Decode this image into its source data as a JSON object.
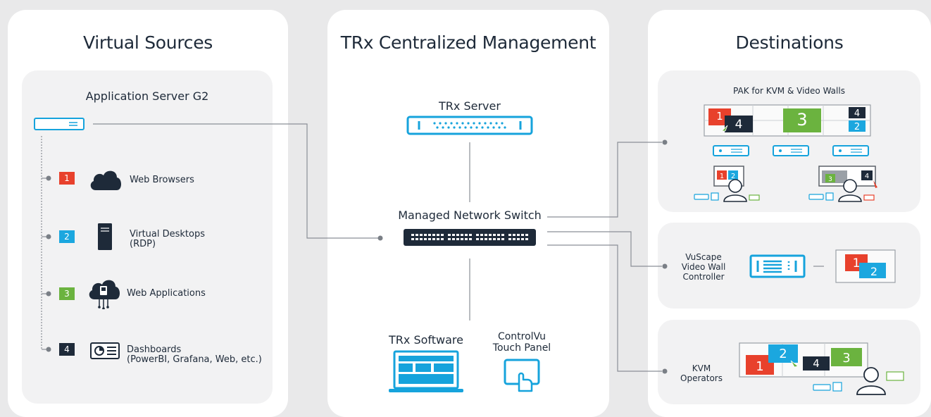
{
  "panels": {
    "sources": {
      "title": "Virtual Sources",
      "server_label": "Application Server G2",
      "items": [
        {
          "number": "1",
          "label": "Web Browsers",
          "color": "#e8412c",
          "icon": "cloud-icon"
        },
        {
          "number": "2",
          "label": "Virtual Desktops\n(RDP)",
          "color": "#1ba7df",
          "icon": "desktop-tower-icon"
        },
        {
          "number": "3",
          "label": "Web Applications",
          "color": "#6bb33f",
          "icon": "cloud-app-icon"
        },
        {
          "number": "4",
          "label": "Dashboards\n(PowerBI, Grafana, Web, etc.)",
          "color": "#1e2a39",
          "icon": "dashboard-icon"
        }
      ]
    },
    "management": {
      "title": "TRx Centralized Management",
      "server_label": "TRx Server",
      "switch_label": "Managed Network Switch",
      "software_label": "TRx Software",
      "touch_panel_label": "ControlVu\nTouch Panel"
    },
    "destinations": {
      "title": "Destinations",
      "pak": {
        "title": "PAK for KVM & Video Walls",
        "wall_tiles": [
          "1",
          "4",
          "3",
          "4",
          "2"
        ],
        "desk_left": [
          "1",
          "2"
        ],
        "desk_right": [
          "3",
          "4"
        ]
      },
      "vuscape": {
        "label": "VuScape\nVideo Wall\nController",
        "tiles": [
          "1",
          "2"
        ]
      },
      "kvm": {
        "label": "KVM\nOperators",
        "tiles": [
          "1",
          "2",
          "4",
          "3"
        ]
      }
    }
  },
  "colors": {
    "red": "#e8412c",
    "blue": "#1ba7df",
    "green": "#6bb33f",
    "navy": "#1e2a39",
    "cyan_outline": "#16a3dc",
    "line": "#7a7f86"
  }
}
